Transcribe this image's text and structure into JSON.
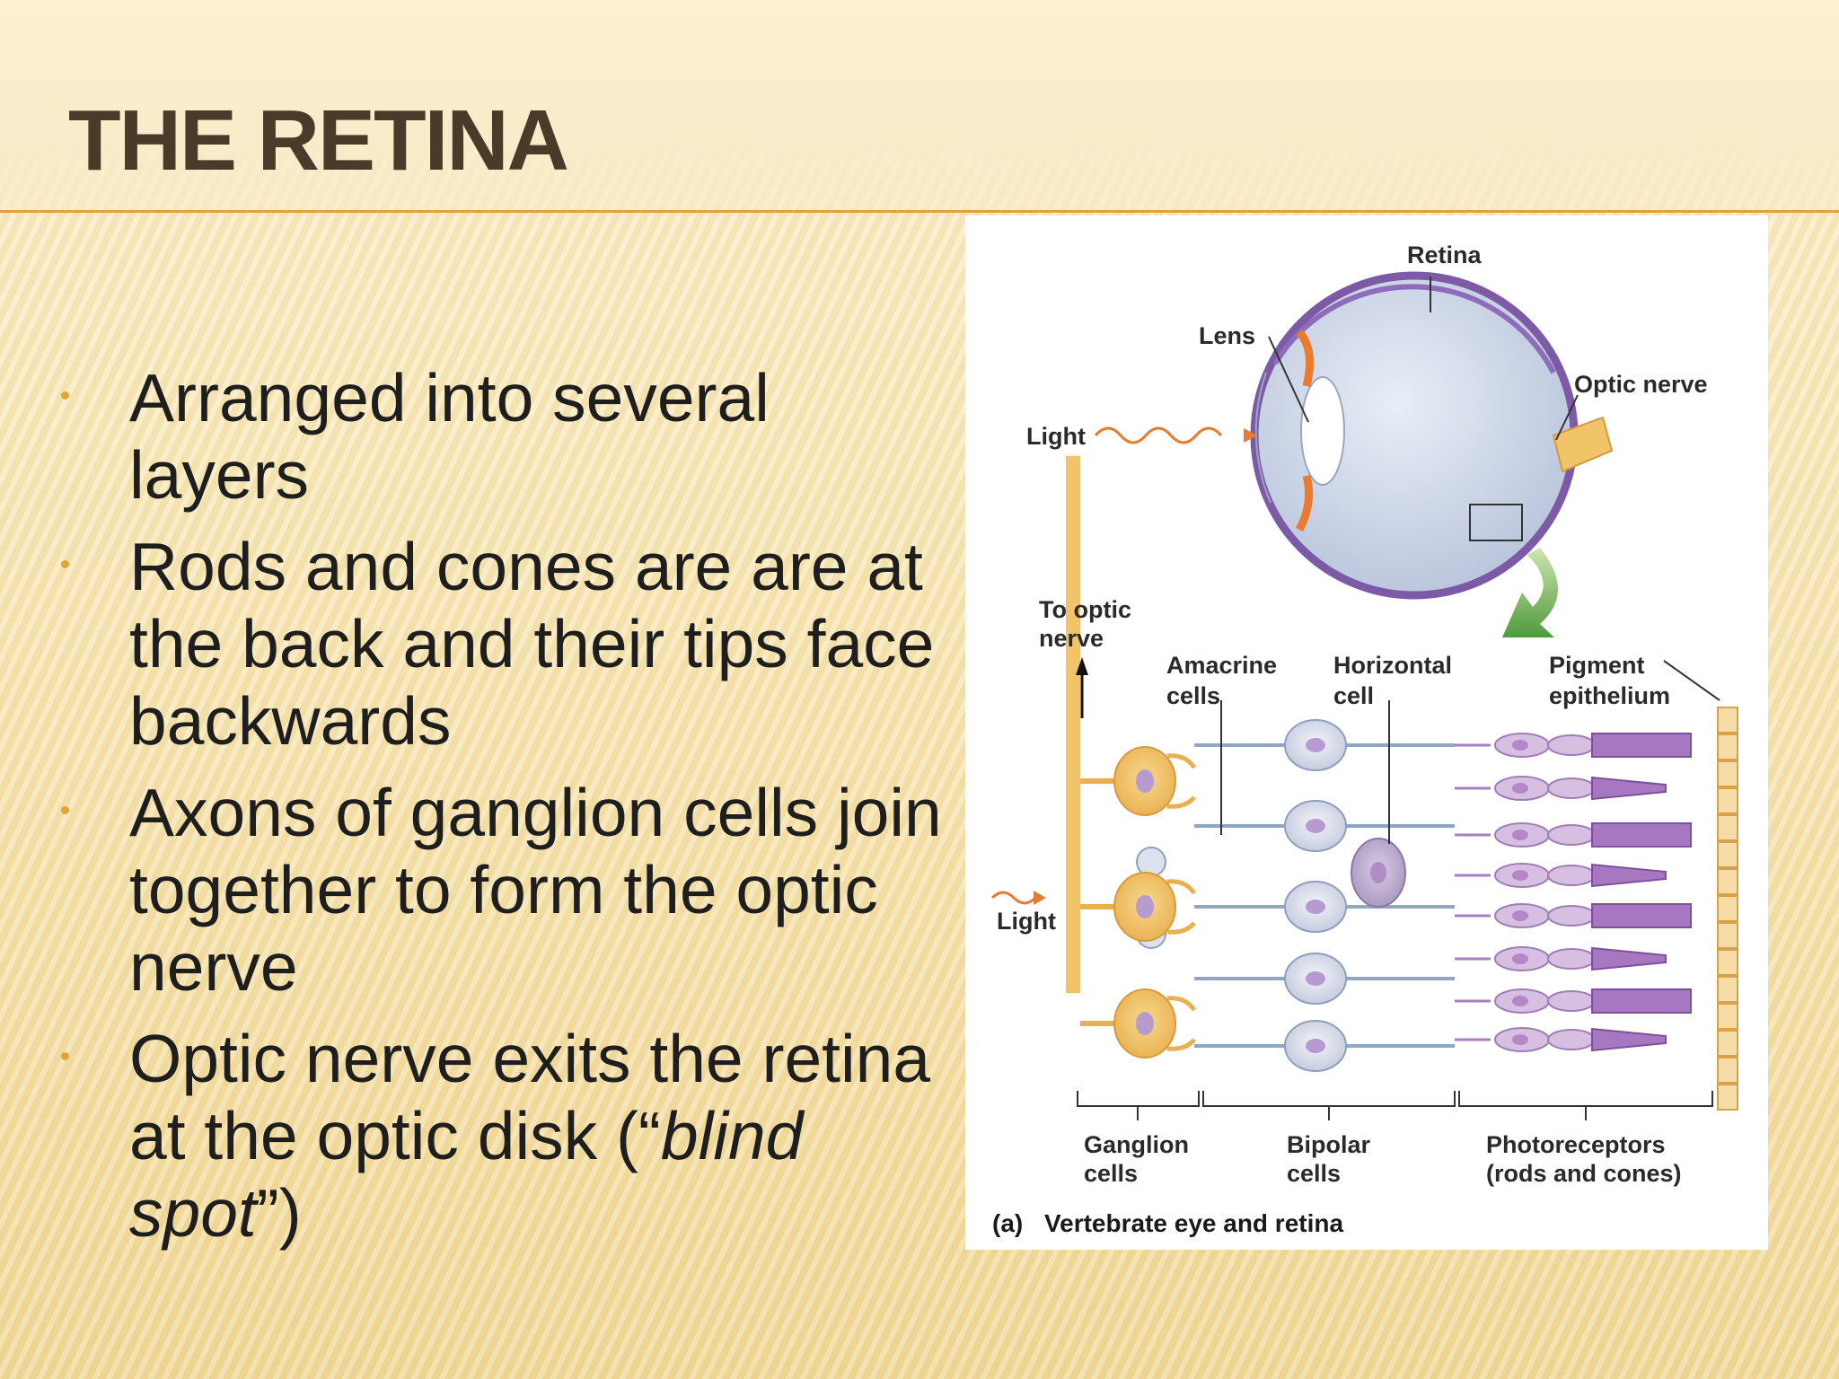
{
  "slide": {
    "title": "THE RETINA",
    "bullets": [
      {
        "text": "Arranged into several layers"
      },
      {
        "text": "Rods and cones are are at the back and their tips face backwards"
      },
      {
        "text": "Axons of ganglion cells join together to form the optic nerve"
      },
      {
        "text_before": "Optic nerve exits the retina at the optic disk (“",
        "emphasis": "blind spot",
        "text_after": "”)"
      }
    ]
  },
  "figure": {
    "eye_labels": {
      "retina": "Retina",
      "lens": "Lens",
      "optic_nerve": "Optic nerve",
      "light": "Light"
    },
    "retina_labels": {
      "to_optic_line1": "To optic",
      "to_optic_line2": "nerve",
      "amacrine_line1": "Amacrine",
      "amacrine_line2": "cells",
      "horizontal_line1": "Horizontal",
      "horizontal_line2": "cell",
      "pigment_line1": "Pigment",
      "pigment_line2": "epithelium",
      "light": "Light",
      "ganglion_line1": "Ganglion",
      "ganglion_line2": "cells",
      "bipolar_line1": "Bipolar",
      "bipolar_line2": "cells",
      "photo_line1": "Photoreceptors",
      "photo_line2": "(rods and cones)"
    },
    "caption_letter": "(a)",
    "caption": "Vertebrate eye and retina"
  },
  "colors": {
    "accent": "#e2a23a",
    "title": "#4b3a2a",
    "ganglion": "#f2c46a",
    "bipolar": "#dfe3ef",
    "photoreceptor": "#c9a6d4"
  }
}
